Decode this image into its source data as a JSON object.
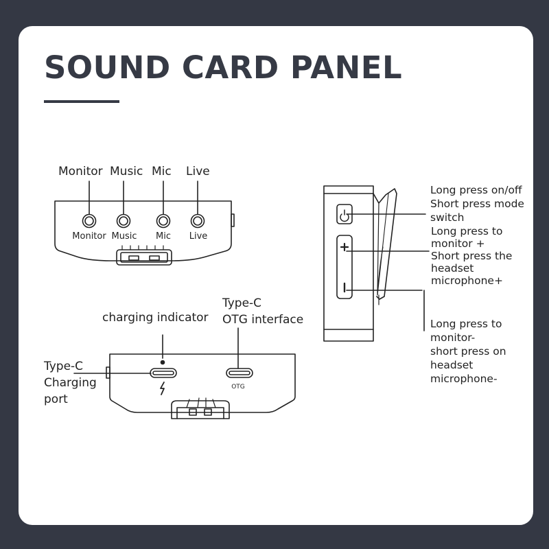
{
  "title": "SOUND CARD PANEL",
  "top_panel": {
    "labels": [
      "Monitor",
      "Music",
      "Mic",
      "Live"
    ],
    "port_labels": [
      "Monitor",
      "Music",
      "Mic",
      "Live"
    ]
  },
  "bottom_panel": {
    "charging_indicator": "charging indicator",
    "typec_otg": [
      "Type-C",
      "OTG interface"
    ],
    "typec_charging": [
      "Type-C",
      "Charging",
      "port"
    ],
    "otg_mark": "OTG"
  },
  "side_panel": {
    "power_label": [
      "Long press on/off",
      "Short press mode",
      "switch"
    ],
    "plus_label": [
      "Long press to",
      "monitor +",
      "Short press the",
      "headset",
      "microphone+"
    ],
    "minus_label": [
      "Long press to",
      "monitor-",
      "short press on",
      "headset",
      "microphone-"
    ]
  }
}
